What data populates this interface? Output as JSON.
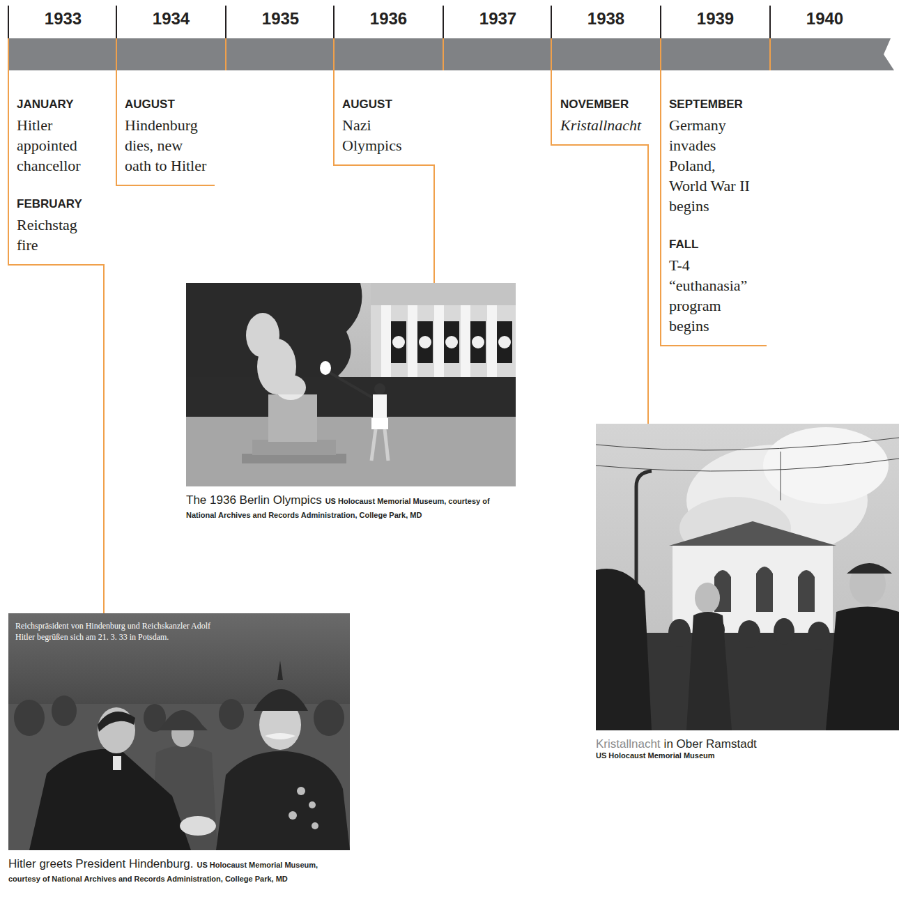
{
  "diagram": {
    "nodes": [
      {
        "text": [
          "Reichspräsident von Hindenburg und Reichskanzler Adolf Hitler begrüßen sich am 21. 3. 33 in Potsdam.",
          "Hitler greets President Hindenburg.",
          "US Holocaust Memorial Museum, courtesy of National Archives and Records Administration, College Park, MD"
        ]
      },
      {
        "text": [
          "The 1936 Berlin Olympics",
          "US Holocaust Memorial Museum, courtesy of National Archives and Records Administration, College Park, MD"
        ]
      },
      {
        "text": [
          "Kristallnacht",
          "in Ober Ramstadt",
          "US Holocaust Memorial Museum"
        ]
      }
    ],
    "labels": [
      "1933",
      "1934",
      "1935",
      "1936",
      "1937",
      "1938",
      "1939",
      "1940",
      "JANUARY",
      "Hitler appointed chancellor",
      "FEBRUARY",
      "Reichstag fire",
      "AUGUST",
      "Hindenburg dies, new oath to Hitler",
      "AUGUST",
      "Nazi Olympics",
      "NOVEMBER",
      "Kristallnacht",
      "SEPTEMBER",
      "Germany invades Poland, World War II begins",
      "FALL",
      "T-4 “euthanasia” program begins"
    ]
  }
}
